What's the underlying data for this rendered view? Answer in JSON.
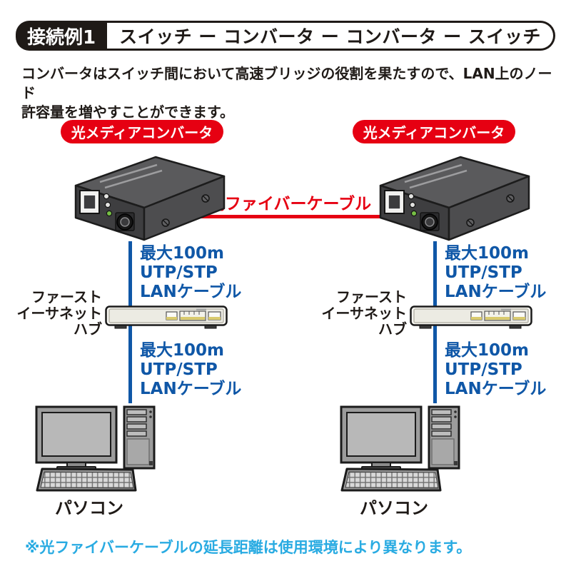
{
  "header": {
    "badge": "接続例1",
    "title": "スイッチ ー コンバータ ー コンバータ ー スイッチ"
  },
  "intro": {
    "line1": "コンバータはスイッチ間において高速ブリッジの役割を果たすので、LAN上のノード",
    "line2": "許容量を増やすことができます。"
  },
  "fiber": {
    "label": "光ファイバーケーブル",
    "color": "#e60012"
  },
  "columns": [
    {
      "side": "left",
      "converter_badge": "光メディアコンバータ",
      "lan_upper": [
        "最大100m",
        "UTP/STP",
        "LANケーブル"
      ],
      "hub_label": [
        "ファースト",
        "イーサネット",
        "ハブ"
      ],
      "lan_lower": [
        "最大100m",
        "UTP/STP",
        "LANケーブル"
      ],
      "pc_label": "パソコン"
    },
    {
      "side": "right",
      "converter_badge": "光メディアコンバータ",
      "lan_upper": [
        "最大100m",
        "UTP/STP",
        "LANケーブル"
      ],
      "hub_label": [
        "ファースト",
        "イーサネット",
        "ハブ"
      ],
      "lan_lower": [
        "最大100m",
        "UTP/STP",
        "LANケーブル"
      ],
      "pc_label": "パソコン"
    }
  ],
  "footnote": {
    "text": "※光ファイバーケーブルの延長距離は使用環境により異なります。",
    "color": "#29abe2"
  },
  "colors": {
    "accent_red": "#e60012",
    "lan_blue": "#0f57a7",
    "note_blue": "#29abe2",
    "text_black": "#1f1a17"
  }
}
